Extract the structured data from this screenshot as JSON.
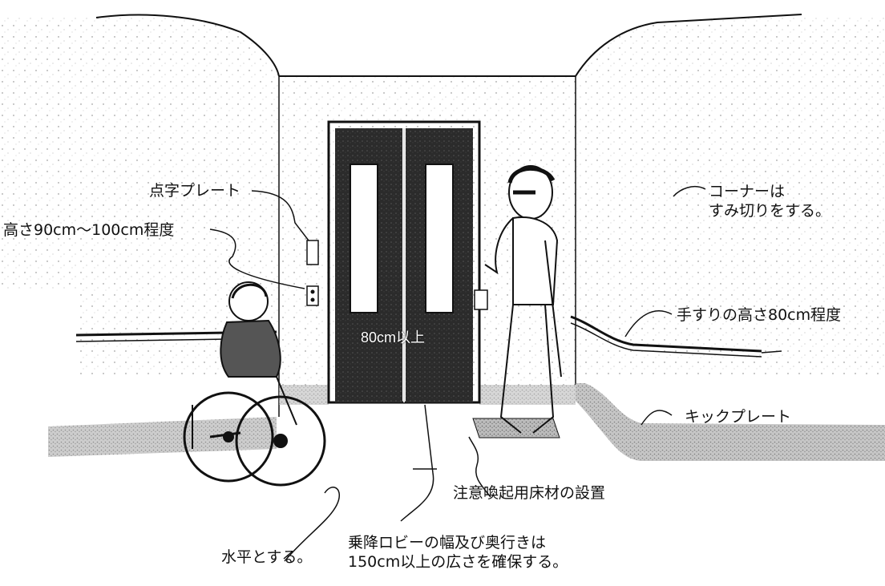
{
  "labels": {
    "braille_plate": "点字プレート",
    "button_height": "高さ90cm～100cm程度",
    "corner_line1": "コーナーは",
    "corner_line2": "すみ切りをする。",
    "handrail": "手すりの高さ80cm程度",
    "kick_plate": "キックプレート",
    "tactile_floor": "注意喚起用床材の設置",
    "level": "水平とする。",
    "lobby_line1": "乗降ロビーの幅及び奥行きは",
    "lobby_line2": "150cm以上の広さを確保する。",
    "door_width": "80cm以上"
  },
  "colors": {
    "ink": "#111111",
    "door": "#2b2b2b",
    "floor_texture": "#8a8a8a"
  }
}
